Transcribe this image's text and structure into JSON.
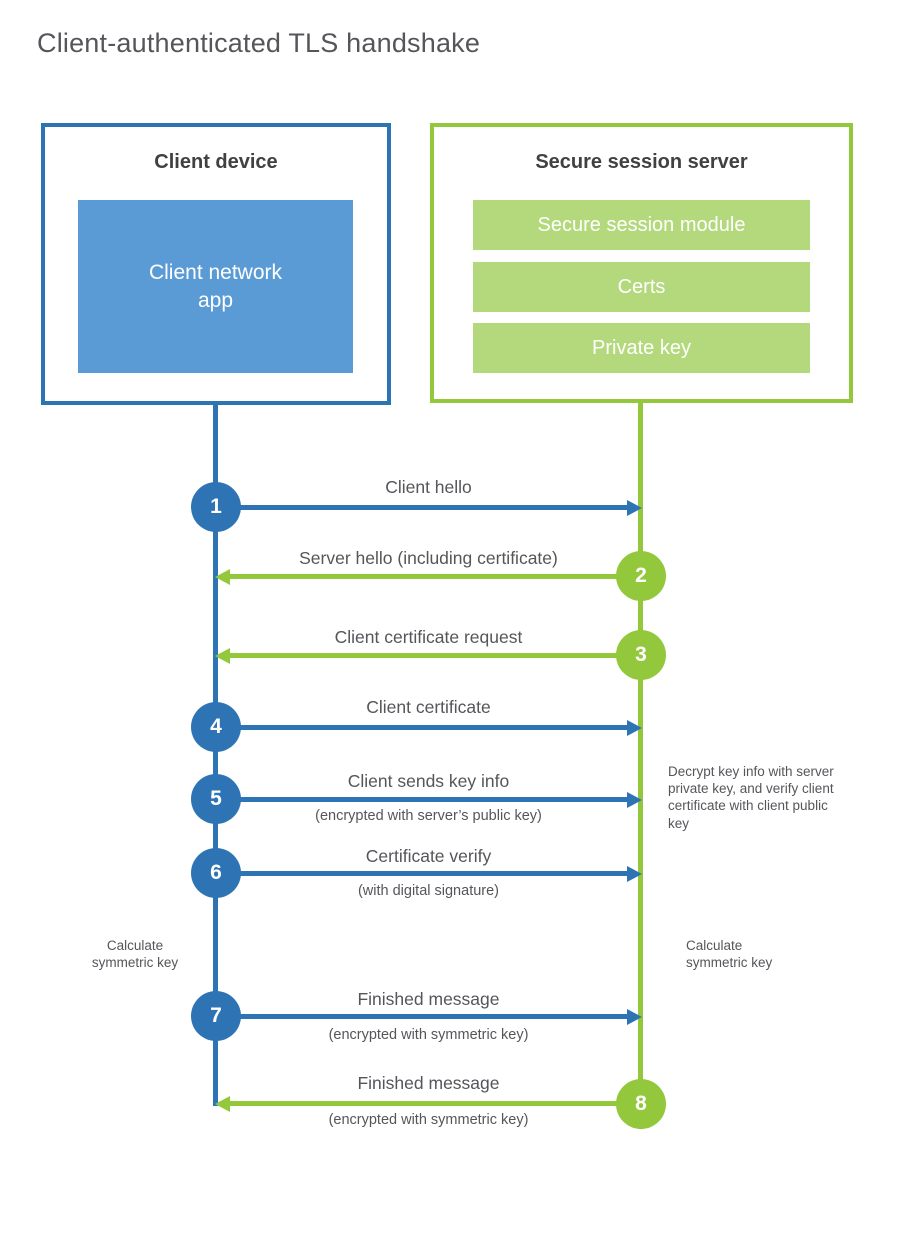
{
  "title": "Client-authenticated TLS handshake",
  "colors": {
    "blue_dark": "#2e74b5",
    "blue_fill": "#5b9bd5",
    "green_bright": "#93c83d",
    "green_fill": "#b4d97d",
    "text_dark": "#414042",
    "text_gray": "#55565a"
  },
  "client": {
    "title": "Client device",
    "app_label": "Client network app"
  },
  "server": {
    "title": "Secure session server",
    "modules": [
      {
        "label": "Secure session module"
      },
      {
        "label": "Certs"
      },
      {
        "label": "Private key"
      }
    ]
  },
  "steps": [
    {
      "num": "1",
      "direction": "right",
      "label": "Client hello",
      "sub": ""
    },
    {
      "num": "2",
      "direction": "left",
      "label": "Server hello (including certificate)",
      "sub": ""
    },
    {
      "num": "3",
      "direction": "left",
      "label": "Client certificate request",
      "sub": ""
    },
    {
      "num": "4",
      "direction": "right",
      "label": "Client certificate",
      "sub": ""
    },
    {
      "num": "5",
      "direction": "right",
      "label": "Client sends key info",
      "sub": "(encrypted with server’s public key)"
    },
    {
      "num": "6",
      "direction": "right",
      "label": "Certificate verify",
      "sub": "(with digital signature)"
    },
    {
      "num": "7",
      "direction": "right",
      "label": "Finished message",
      "sub": "(encrypted with symmetric key)"
    },
    {
      "num": "8",
      "direction": "left",
      "label": "Finished message",
      "sub": "(encrypted with symmetric key)"
    }
  ],
  "annotations": {
    "decrypt_note": "Decrypt key info with server private key, and verify client certificate with client public key",
    "calculate_left": "Calculate symmetric key",
    "calculate_right": "Calculate symmetric key"
  }
}
